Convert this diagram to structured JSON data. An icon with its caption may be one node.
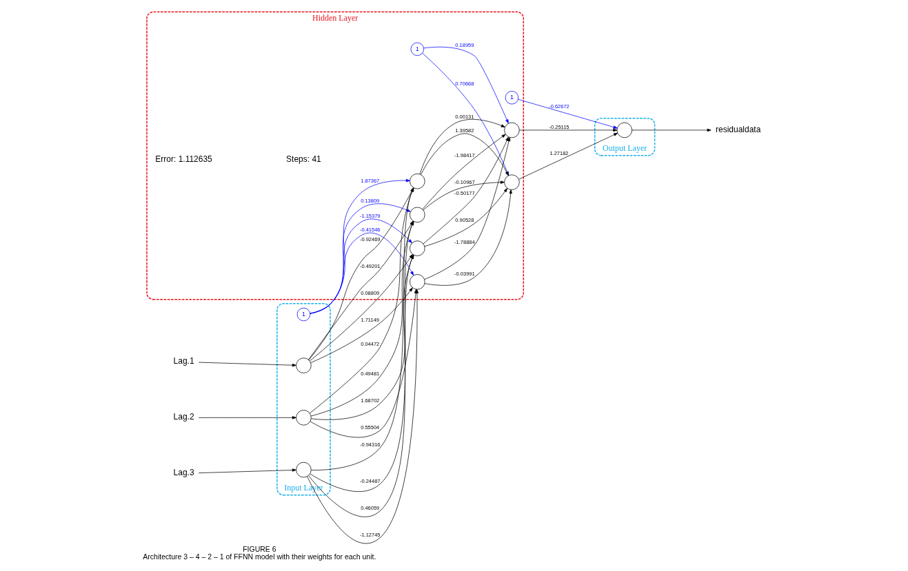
{
  "diagram": {
    "title": "FIGURE 6",
    "caption": "Architecture 3 – 4 – 2 – 1 of FFNN model with their weights for each unit.",
    "nodes": [
      {
        "text": [
          "Input Layer"
        ]
      },
      {
        "text": [
          "Hidden Layer"
        ]
      },
      {
        "text": [
          "Output Layer"
        ]
      },
      {
        "text": [
          "Lag.1"
        ]
      },
      {
        "text": [
          "Lag.2"
        ]
      },
      {
        "text": [
          "Lag.3"
        ]
      },
      {
        "text": [
          "1"
        ],
        "in": 0
      },
      {
        "text": [],
        "shape": "circle",
        "in": 0
      },
      {
        "text": [],
        "shape": "circle",
        "in": 0
      },
      {
        "text": [],
        "shape": "circle",
        "in": 0
      },
      {
        "text": [
          "1"
        ],
        "in": 1
      },
      {
        "text": [
          "1"
        ],
        "in": 1
      },
      {
        "text": [],
        "shape": "circle",
        "in": 1
      },
      {
        "text": [],
        "shape": "circle",
        "in": 1
      },
      {
        "text": [],
        "shape": "circle",
        "in": 1
      },
      {
        "text": [],
        "shape": "circle",
        "in": 1
      },
      {
        "text": [],
        "shape": "circle",
        "in": 1
      },
      {
        "text": [],
        "shape": "circle",
        "in": 1
      },
      {
        "text": [],
        "shape": "circle",
        "in": 2
      },
      {
        "text": [
          "residualdata"
        ]
      }
    ],
    "edges": [
      {
        "from": 3,
        "to": 7,
        "arrow": "to"
      },
      {
        "from": 4,
        "to": 8,
        "arrow": "to"
      },
      {
        "from": 5,
        "to": 9,
        "arrow": "to"
      },
      {
        "from": 7,
        "to": 12,
        "arrow": "to",
        "label": "-0.49201"
      },
      {
        "from": 7,
        "to": 13,
        "arrow": "to",
        "label": "1.71149"
      },
      {
        "from": 7,
        "to": 14,
        "arrow": "to",
        "label": "-0.92469"
      },
      {
        "from": 7,
        "to": 15,
        "arrow": "to",
        "label": "0.08809"
      },
      {
        "from": 8,
        "to": 12,
        "arrow": "to",
        "label": "0.49481"
      },
      {
        "from": 8,
        "to": 13,
        "arrow": "to",
        "label": "0.55504"
      },
      {
        "from": 8,
        "to": 14,
        "arrow": "to",
        "label": "0.04472"
      },
      {
        "from": 8,
        "to": 15,
        "arrow": "to",
        "label": "1.68702"
      },
      {
        "from": 9,
        "to": 12,
        "arrow": "to",
        "label": "-0.24487"
      },
      {
        "from": 9,
        "to": 13,
        "arrow": "to",
        "label": "-1.12745"
      },
      {
        "from": 9,
        "to": 14,
        "arrow": "to",
        "label": "-0.94316"
      },
      {
        "from": 9,
        "to": 15,
        "arrow": "to",
        "label": "0.46059"
      },
      {
        "from": 6,
        "to": 12,
        "arrow": "to",
        "label": "0.13809",
        "color": "#0000ff"
      },
      {
        "from": 6,
        "to": 13,
        "arrow": "to",
        "label": "-0.41546",
        "color": "#0000ff"
      },
      {
        "from": 6,
        "to": 14,
        "arrow": "to",
        "label": "1.87367",
        "color": "#0000ff"
      },
      {
        "from": 6,
        "to": 15,
        "arrow": "to",
        "label": "-1.15379",
        "color": "#0000ff"
      },
      {
        "from": 12,
        "to": 16,
        "arrow": "to",
        "label": "-0.10967"
      },
      {
        "from": 12,
        "to": 17,
        "arrow": "to",
        "label": "-1.98417"
      },
      {
        "from": 13,
        "to": 16,
        "arrow": "to",
        "label": "-0.03991"
      },
      {
        "from": 13,
        "to": 17,
        "arrow": "to",
        "label": "-1.78884"
      },
      {
        "from": 14,
        "to": 16,
        "arrow": "to",
        "label": "1.39582"
      },
      {
        "from": 14,
        "to": 17,
        "arrow": "to",
        "label": "0.00131"
      },
      {
        "from": 15,
        "to": 16,
        "arrow": "to",
        "label": "0.90528"
      },
      {
        "from": 15,
        "to": 17,
        "arrow": "to",
        "label": "-0.50177"
      },
      {
        "from": 10,
        "to": 16,
        "arrow": "to",
        "label": "0.70668",
        "color": "#0000ff"
      },
      {
        "from": 10,
        "to": 17,
        "arrow": "to",
        "label": "0.18959",
        "color": "#0000ff"
      },
      {
        "from": 16,
        "to": 18,
        "arrow": "to",
        "label": "1.27182"
      },
      {
        "from": 17,
        "to": 18,
        "arrow": "to",
        "label": "-0.25115"
      },
      {
        "from": 11,
        "to": 18,
        "arrow": "to",
        "label": "-0.62672",
        "color": "#0000ff"
      },
      {
        "from": 18,
        "to": 19,
        "arrow": "to"
      }
    ],
    "labels": [
      "Error: 1.112635",
      "Steps: 41"
    ]
  }
}
